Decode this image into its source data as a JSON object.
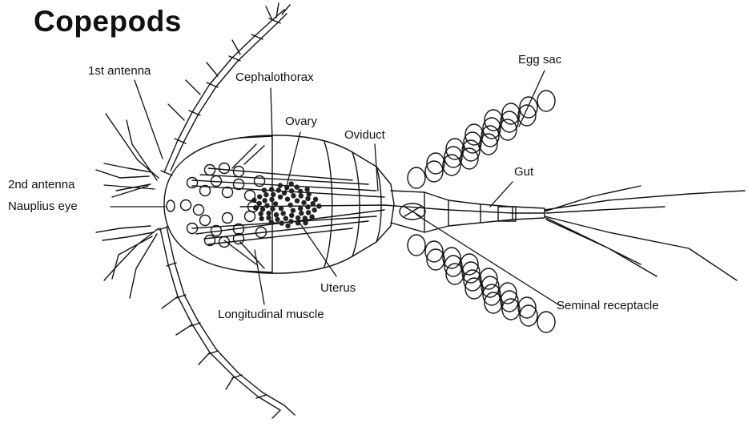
{
  "title": "Copepods",
  "labels": {
    "first_antenna": "1st antenna",
    "second_antenna": "2nd antenna",
    "nauplius_eye": "Nauplius eye",
    "cephalothorax": "Cephalothorax",
    "ovary": "Ovary",
    "oviduct": "Oviduct",
    "egg_sac": "Egg sac",
    "gut": "Gut",
    "uterus": "Uterus",
    "longitudinal_muscle": "Longitudinal muscle",
    "seminal_receptacle": "Seminal receptacle"
  },
  "colors": {
    "ink": "#111111",
    "background": "#ffffff"
  }
}
